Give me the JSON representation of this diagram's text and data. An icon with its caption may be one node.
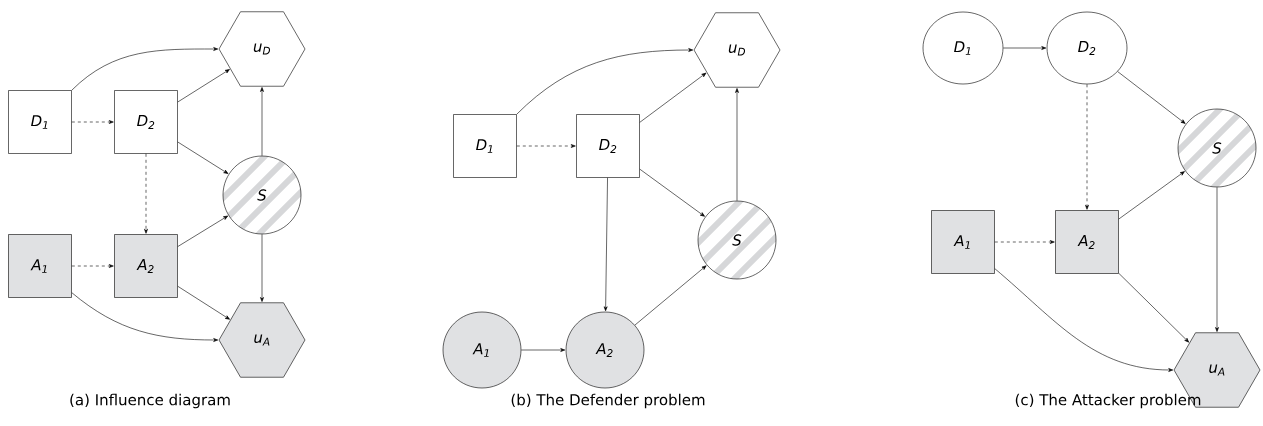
{
  "diagram": {
    "nodes": [
      {
        "text": [
          "D$_{1}$"
        ]
      },
      {
        "text": [
          "D$_{2}$"
        ]
      },
      {
        "text": [
          "A$_{1}$"
        ]
      },
      {
        "text": [
          "A$_{2}$"
        ]
      },
      {
        "text": [
          "S"
        ]
      },
      {
        "text": [
          "u$_{D}$"
        ]
      },
      {
        "text": [
          "u$_{A}$"
        ]
      },
      {
        "text": [
          "D$_{1}$"
        ]
      },
      {
        "text": [
          "D$_{2}$"
        ]
      },
      {
        "text": [
          "A$_{1}$"
        ]
      },
      {
        "text": [
          "A$_{2}$"
        ]
      },
      {
        "text": [
          "S"
        ]
      },
      {
        "text": [
          "u$_{D}$"
        ]
      },
      {
        "text": [
          "D$_{1}$"
        ]
      },
      {
        "text": [
          "D$_{2}$"
        ]
      },
      {
        "text": [
          "A$_{1}$"
        ]
      },
      {
        "text": [
          "A$_{2}$"
        ]
      },
      {
        "text": [
          "S"
        ]
      },
      {
        "text": [
          "u$_{A}$"
        ]
      }
    ],
    "edges": [
      {
        "from": 0,
        "to": 5,
        "arrow": "to"
      },
      {
        "from": 0,
        "to": 1,
        "arrow": "to",
        "style": "dashed"
      },
      {
        "from": 1,
        "to": 5,
        "arrow": "to"
      },
      {
        "from": 1,
        "to": 4,
        "arrow": "to"
      },
      {
        "from": 1,
        "to": 3,
        "arrow": "to",
        "style": "dashed"
      },
      {
        "from": 2,
        "to": 3,
        "arrow": "to",
        "style": "dashed"
      },
      {
        "from": 3,
        "to": 4,
        "arrow": "to"
      },
      {
        "from": 3,
        "to": 6,
        "arrow": "to"
      },
      {
        "from": 2,
        "to": 6,
        "arrow": "to"
      },
      {
        "from": 4,
        "to": 5,
        "arrow": "to"
      },
      {
        "from": 4,
        "to": 6,
        "arrow": "to"
      },
      {
        "from": 7,
        "to": 12,
        "arrow": "to"
      },
      {
        "from": 7,
        "to": 8,
        "arrow": "to",
        "style": "dashed"
      },
      {
        "from": 8,
        "to": 12,
        "arrow": "to"
      },
      {
        "from": 8,
        "to": 11,
        "arrow": "to"
      },
      {
        "from": 8,
        "to": 10,
        "arrow": "to"
      },
      {
        "from": 9,
        "to": 10,
        "arrow": "to"
      },
      {
        "from": 10,
        "to": 11,
        "arrow": "to"
      },
      {
        "from": 11,
        "to": 12,
        "arrow": "to"
      },
      {
        "from": 13,
        "to": 14,
        "arrow": "to"
      },
      {
        "from": 14,
        "to": 17,
        "arrow": "to"
      },
      {
        "from": 14,
        "to": 16,
        "arrow": "to",
        "style": "dashed"
      },
      {
        "from": 15,
        "to": 16,
        "arrow": "to",
        "style": "dashed"
      },
      {
        "from": 16,
        "to": 17,
        "arrow": "to"
      },
      {
        "from": 16,
        "to": 18,
        "arrow": "to"
      },
      {
        "from": 15,
        "to": 18,
        "arrow": "to"
      },
      {
        "from": 17,
        "to": 18,
        "arrow": "to"
      }
    ],
    "labels": [
      "(a) Influence diagram",
      "(b) The Defender problem",
      "(c) The Attacker problem"
    ]
  }
}
